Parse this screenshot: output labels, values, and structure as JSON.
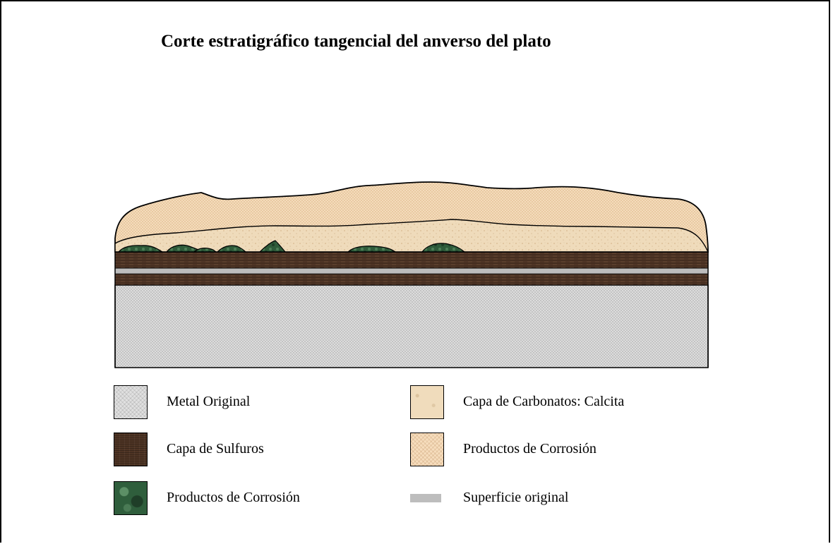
{
  "title": "Corte estratigráfico tangencial del anverso del plato",
  "legend": {
    "metal_original": "Metal Original",
    "capa_sulfuros": "Capa de Sulfuros",
    "productos_corrosion_verde": "Productos de Corrosión",
    "capa_carbonatos": "Capa de Carbonatos: Calcita",
    "productos_corrosion_beige": "Productos de Corrosión",
    "superficie_original": "Superficie original"
  },
  "colors": {
    "metal": "#e0e0e0",
    "sulfuros": "#4e3424",
    "corrosion_green": "#2f5e3c",
    "calcita": "#f0dcbc",
    "corrosion_beige": "#f6ddbd",
    "superficie": "#bdbdbd"
  }
}
